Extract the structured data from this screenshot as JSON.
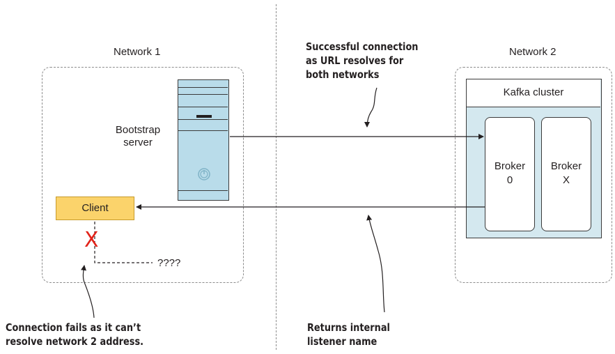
{
  "network1": {
    "label": "Network 1"
  },
  "network2": {
    "label": "Network 2"
  },
  "bootstrap": {
    "label_line1": "Bootstrap",
    "label_line2": "server"
  },
  "client": {
    "label": "Client"
  },
  "kafka": {
    "cluster_label": "Kafka cluster",
    "brokers": [
      {
        "line1": "Broker",
        "line2": "0"
      },
      {
        "line1": "Broker",
        "line2": "X"
      }
    ]
  },
  "failure": {
    "mark": "X",
    "unknown": "????"
  },
  "callouts": {
    "success": [
      "Successful connection",
      "as URL resolves for",
      "both networks"
    ],
    "fails": [
      "Connection fails as it can’t",
      "resolve network 2 address."
    ],
    "returns": [
      "Returns internal",
      "listener name"
    ]
  },
  "colors": {
    "client_fill": "#fbd36b",
    "client_border": "#c79a2a",
    "cluster_fill": "#d4e8ef",
    "server_fill": "#b9dcea",
    "fail_mark": "#e2231a"
  }
}
